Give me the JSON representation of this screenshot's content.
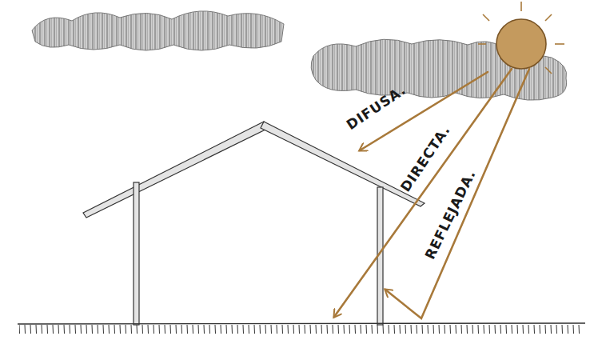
{
  "diagram": {
    "labels": [
      "DIFUSA.",
      "DIRECTA.",
      "REFLEJADA."
    ]
  }
}
